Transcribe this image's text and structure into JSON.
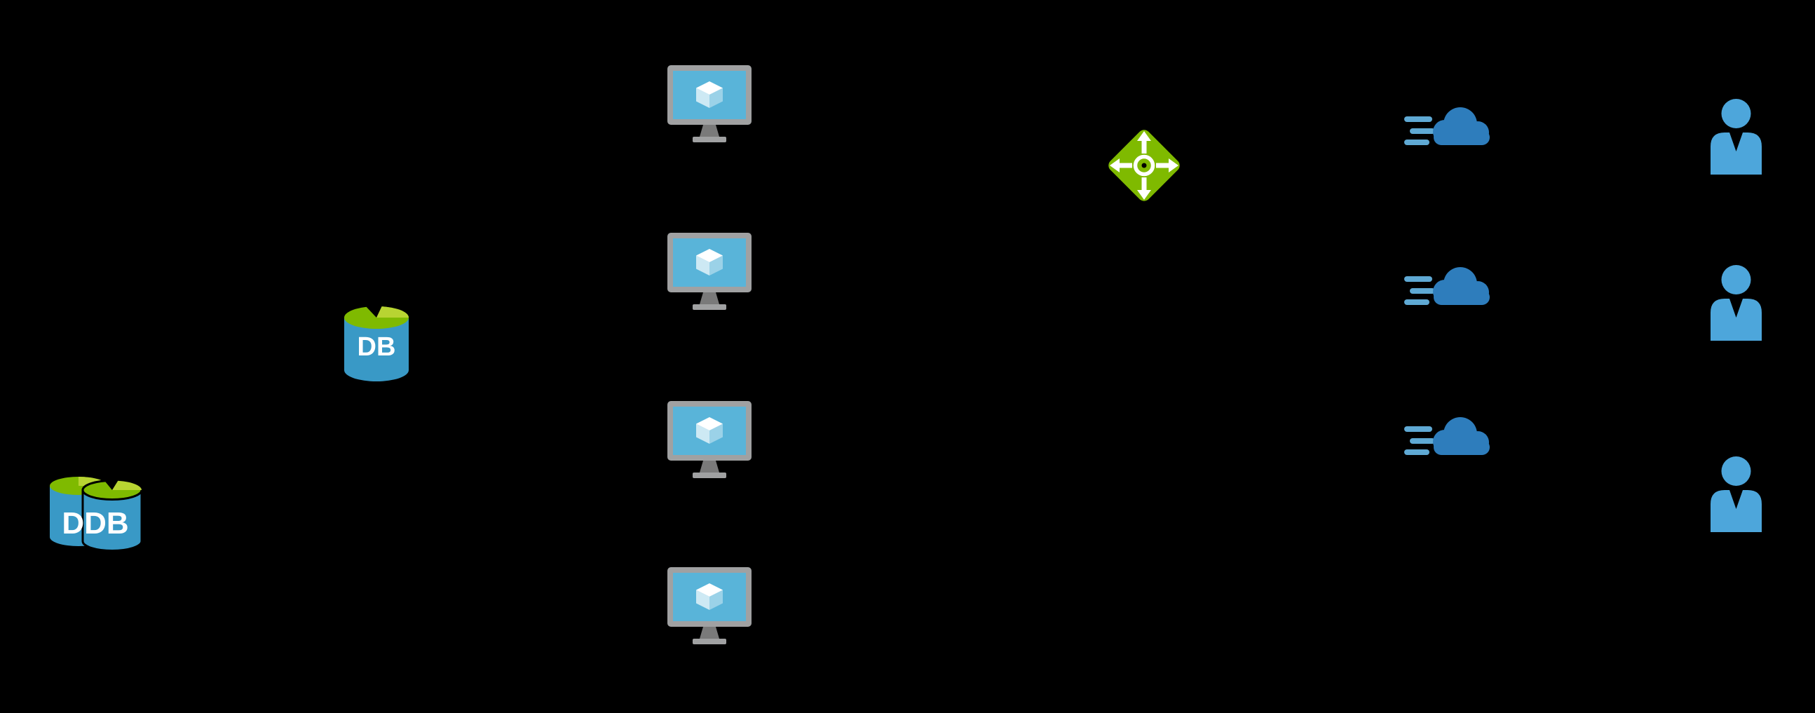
{
  "nodes": {
    "document_db": {
      "icon": "database-multiple-icon",
      "label": "DDB",
      "count": 1
    },
    "database": {
      "icon": "database-icon",
      "label": "DB",
      "count": 1
    },
    "virtual_machines": {
      "icon": "virtual-machine-icon",
      "count": 4
    },
    "load_balancer": {
      "icon": "load-balancer-icon",
      "count": 1
    },
    "cdn_clouds": {
      "icon": "cdn-cloud-icon",
      "count": 3
    },
    "users": {
      "icon": "user-icon",
      "count": 3
    }
  },
  "colors": {
    "background": "#000000",
    "db_body": "#3999C6",
    "db_top": "#7FBA00",
    "db_top_light": "#B8D432",
    "vm_frame": "#A0A1A2",
    "vm_stand": "#7A7A7A",
    "vm_screen": "#59B4D9",
    "lb_green": "#7FBA00",
    "cloud_blue": "#2E7DBC",
    "cloud_lines": "#5FA9D4",
    "user_blue": "#4DA6DB",
    "label_text": "#FFFFFF"
  }
}
